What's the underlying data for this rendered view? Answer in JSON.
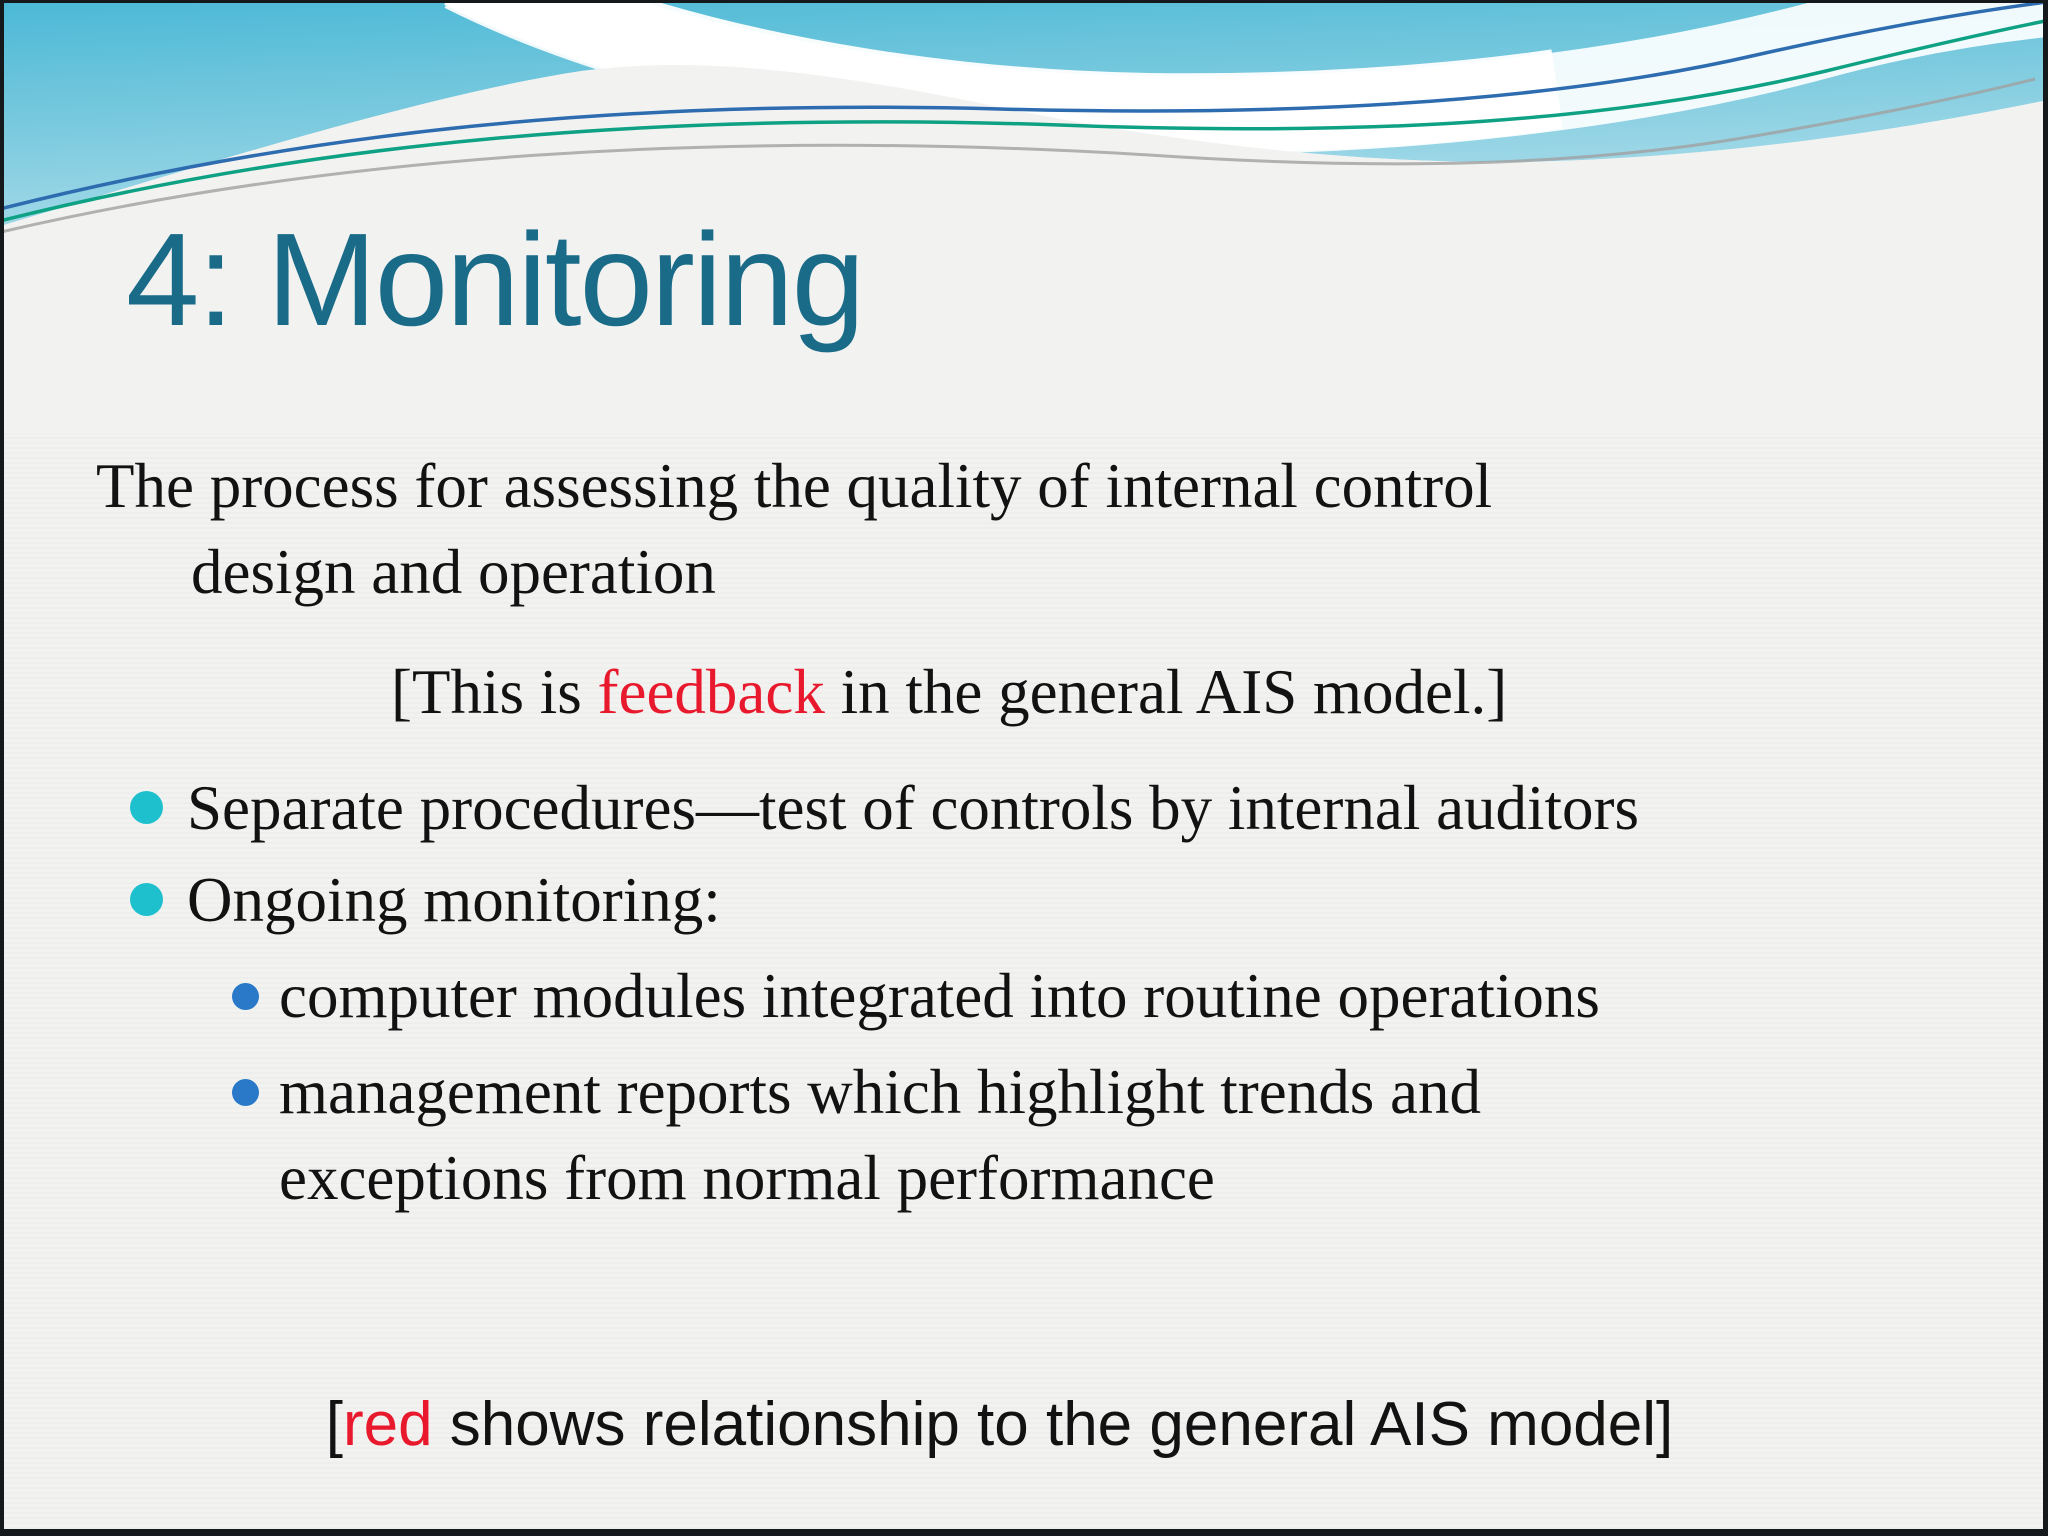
{
  "slide": {
    "title": "4: Monitoring",
    "body": {
      "intro_line1": "The process for assessing the quality of internal control",
      "intro_line2": "design and operation",
      "bracket_note": {
        "prefix": "[This is ",
        "highlight": "feedback",
        "suffix": " in the general AIS model.]"
      },
      "bullets": [
        {
          "level": 1,
          "text": "Separate procedures—test of controls by internal auditors"
        },
        {
          "level": 1,
          "text": "Ongoing monitoring:"
        },
        {
          "level": 2,
          "text": "computer modules integrated into routine operations"
        },
        {
          "level": 2,
          "text": "management reports which highlight trends and exceptions from normal performance"
        }
      ],
      "footer_note": {
        "prefix": "[",
        "highlight": "red",
        "suffix": " shows relationship to the general AIS model]"
      }
    },
    "colors": {
      "title_teal": "#196B88",
      "highlight_red": "#E8192C",
      "bullet_level1": "#1EC0CD",
      "bullet_level2": "#2979C8",
      "slide_background": "#F2F2F1",
      "header_teal_top": "#4CB9D6",
      "header_teal_light": "#A9DCEA"
    }
  }
}
